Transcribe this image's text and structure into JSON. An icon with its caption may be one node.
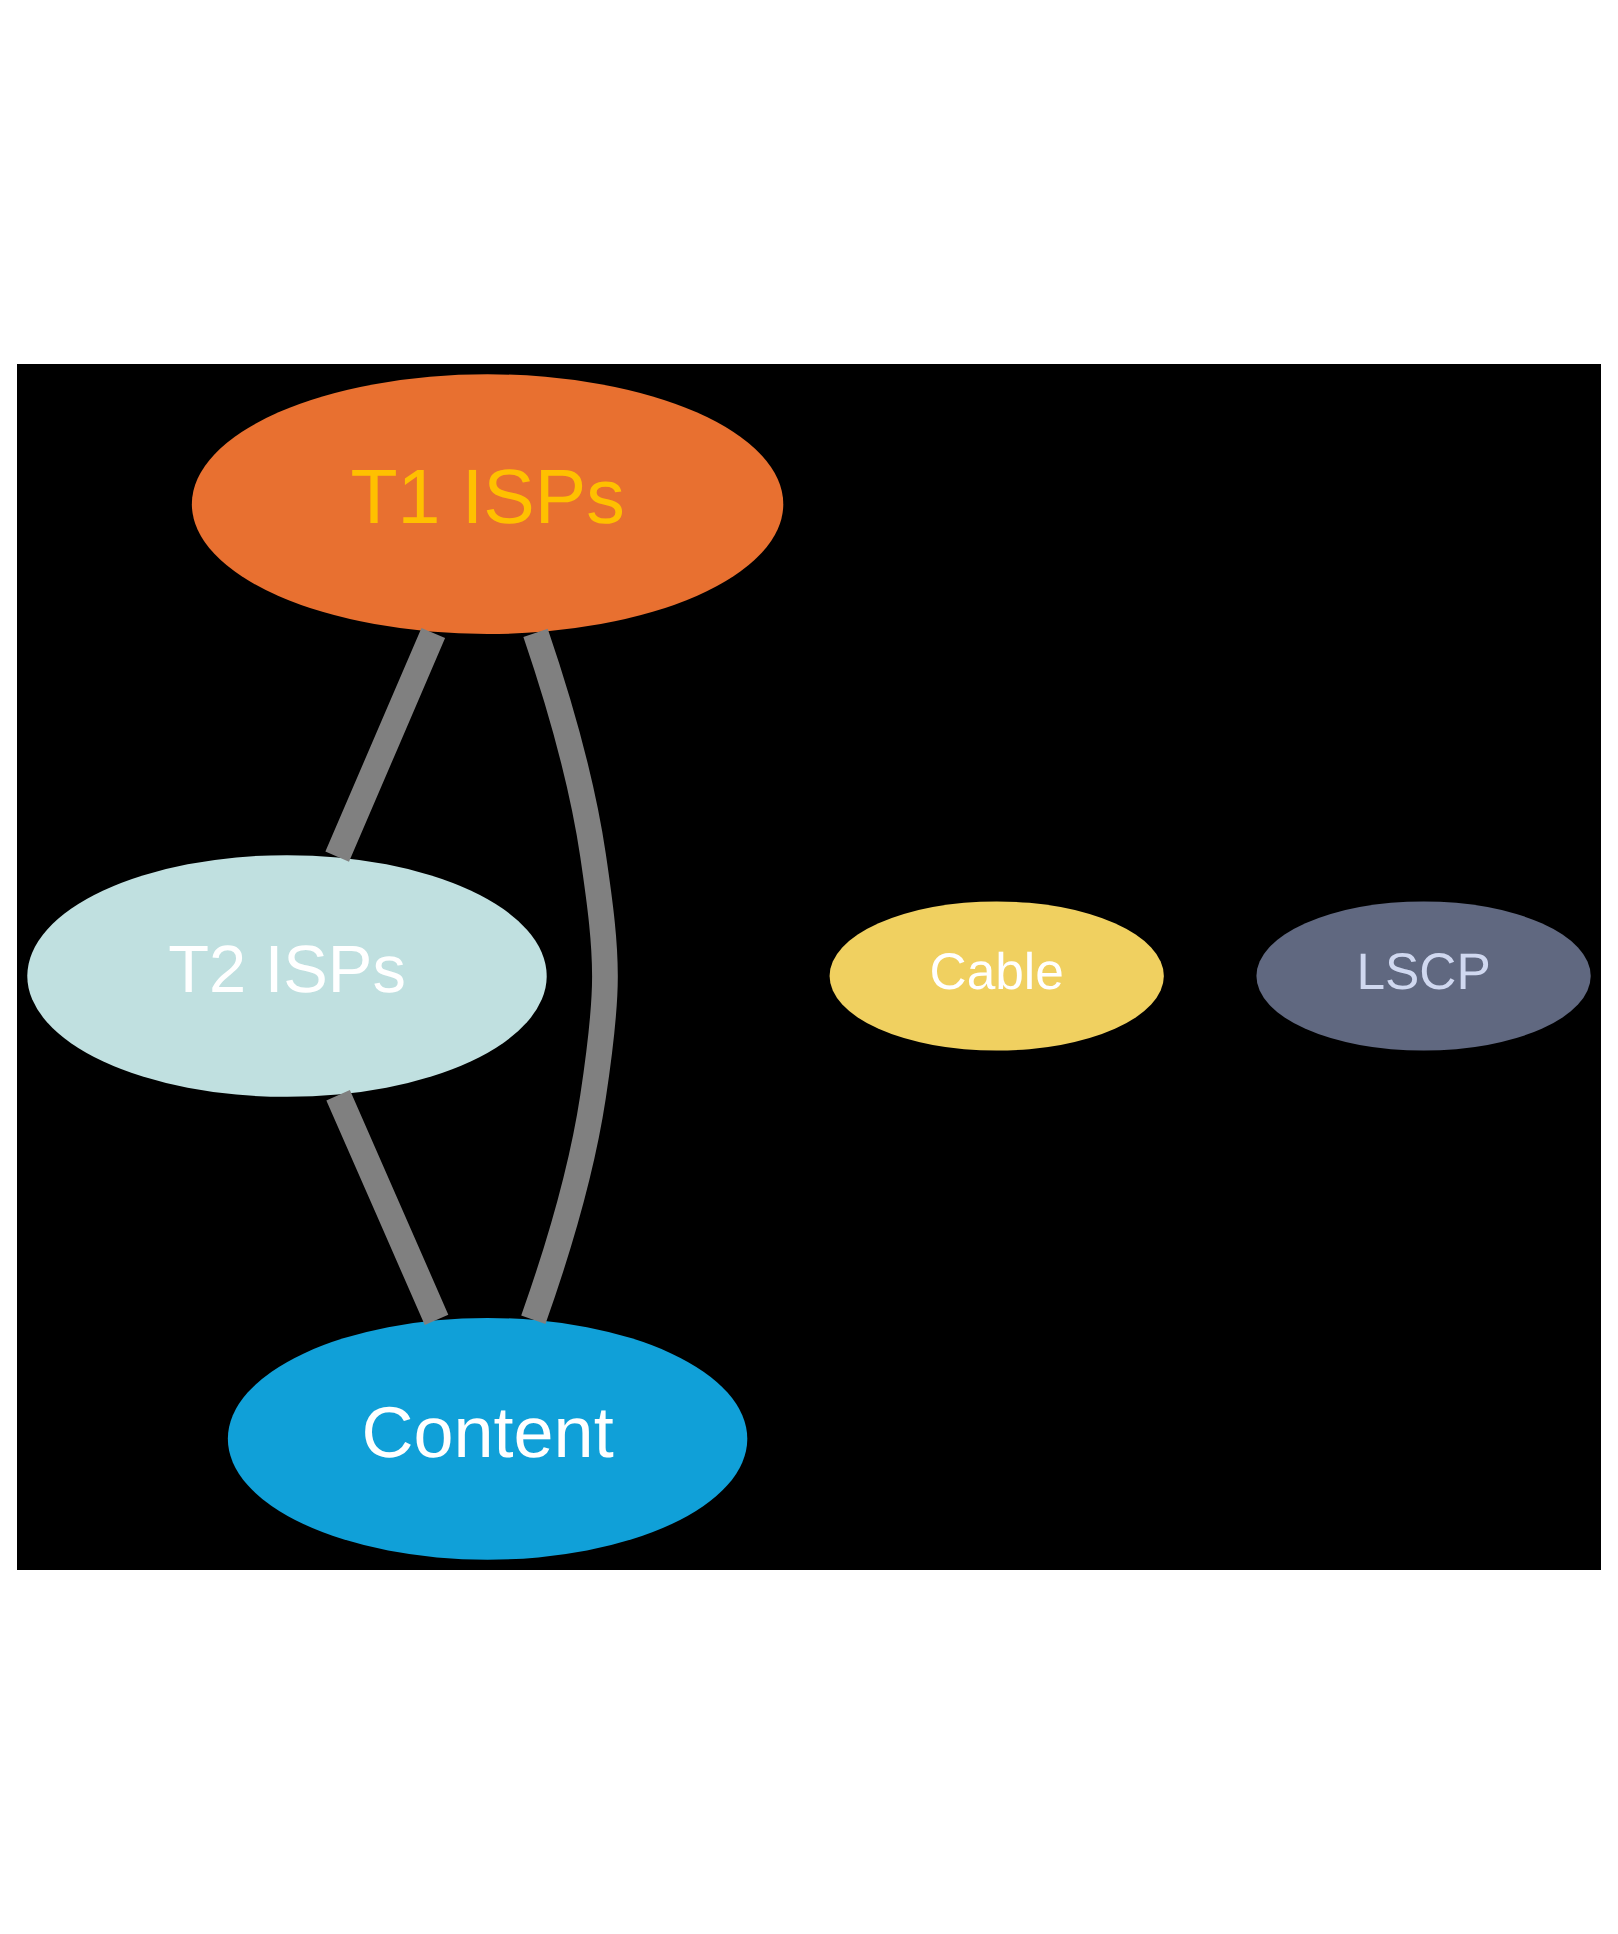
{
  "diagram": {
    "nodes": [
      {
        "text": [
          "T1 ISPs"
        ]
      },
      {
        "text": [
          "Cable"
        ]
      },
      {
        "text": [
          "T2 ISPs"
        ]
      },
      {
        "text": [
          "LSCP"
        ]
      },
      {
        "text": [
          "Content"
        ]
      }
    ],
    "edges": [
      {
        "from": 0,
        "to": 2,
        "arrow": "none"
      },
      {
        "from": 0,
        "to": 4,
        "arrow": "none"
      },
      {
        "from": 2,
        "to": 4,
        "arrow": "none"
      }
    ]
  }
}
